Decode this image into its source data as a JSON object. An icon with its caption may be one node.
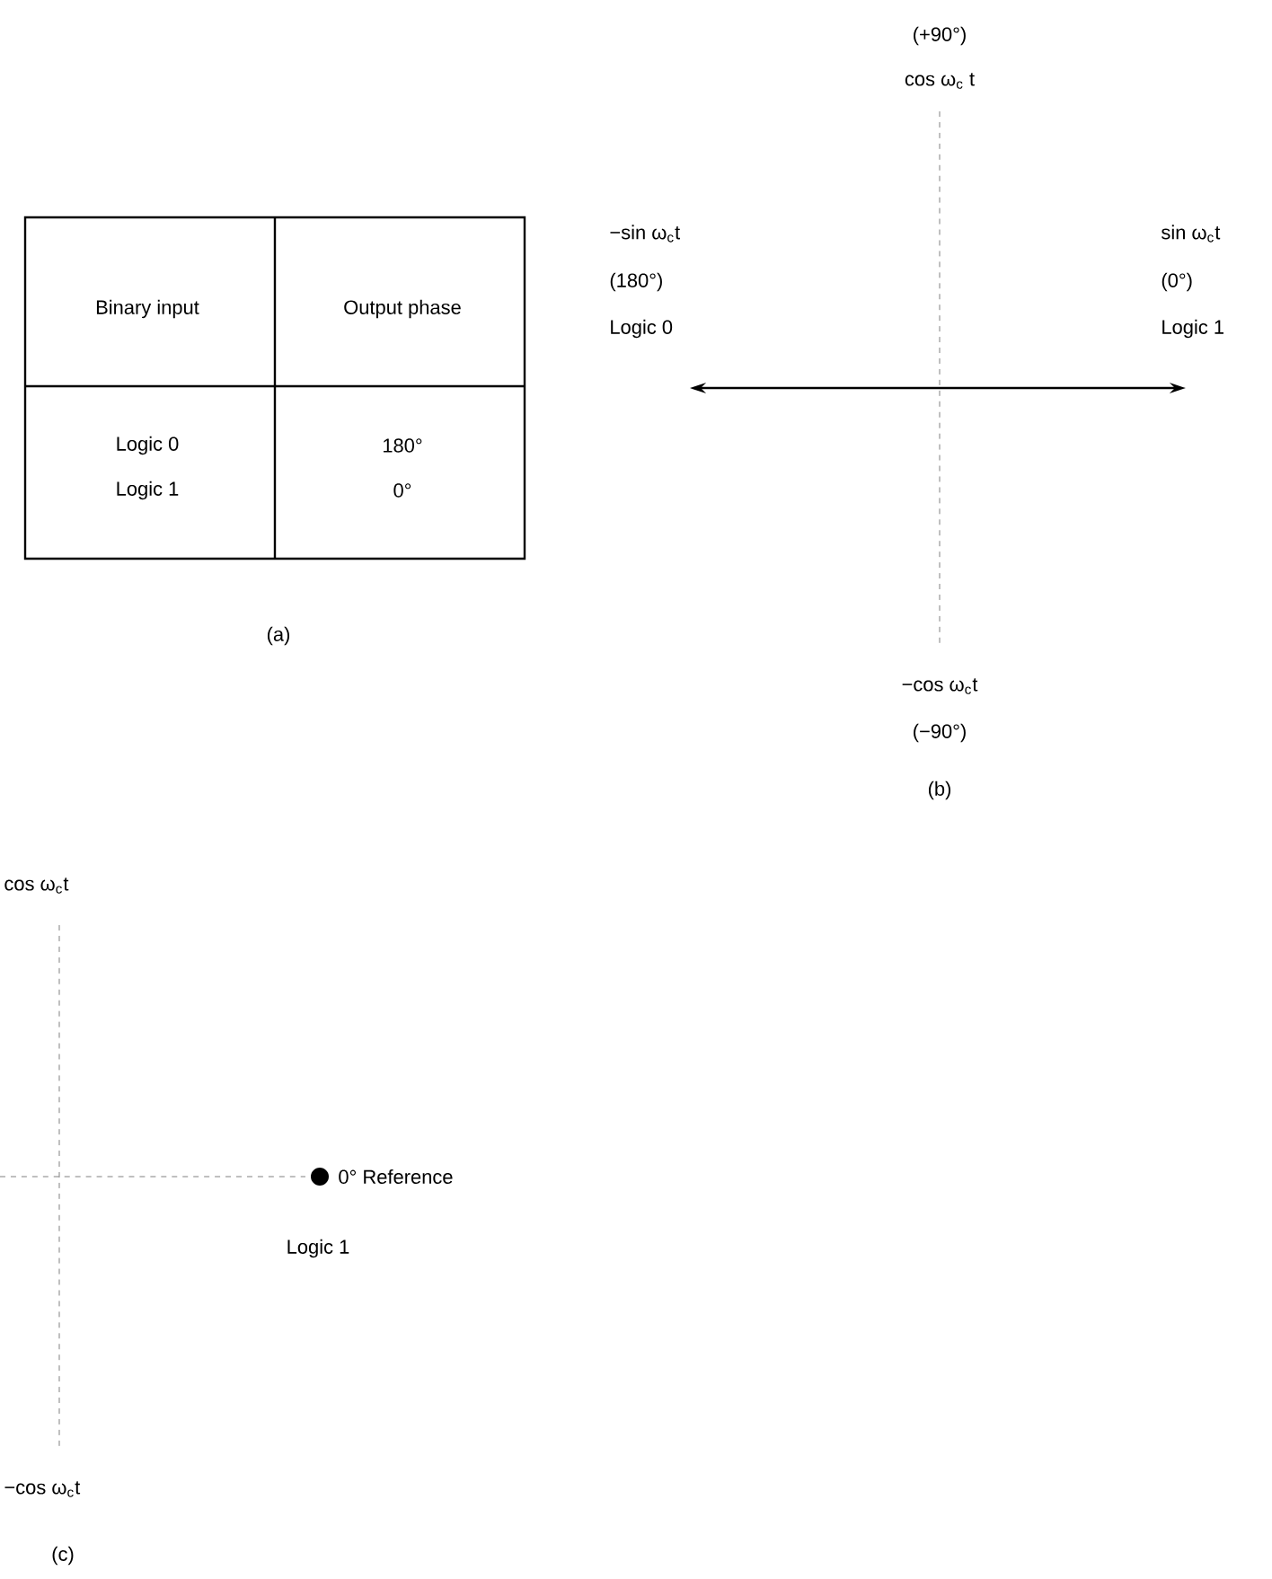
{
  "diagram": {
    "labels": [
      "Binary input",
      "Output phase",
      "Logic 0",
      "180°",
      "Logic 1",
      "0°",
      "(a)",
      "(+90°)",
      "cos ω$_{c}$ t",
      "−sin ω$_{c}$t",
      "(180°)",
      "Logic 0",
      "sin ω$_{c}$t",
      "(0°)",
      "Logic 1",
      "−cos ω$_{c}$t",
      "(−90°)",
      "(b)",
      "cos ω$_{c}$t",
      "0° Reference",
      "Logic 1",
      "−cos ω$_{c}$t",
      "(c)"
    ]
  }
}
